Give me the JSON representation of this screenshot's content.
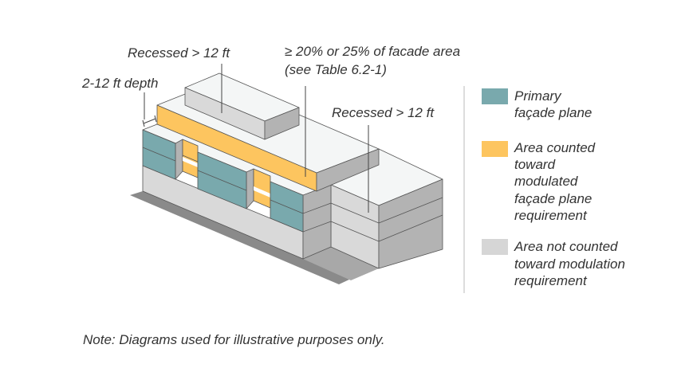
{
  "labels": {
    "recessed_top": "Recessed > 12 ft",
    "area_line1": "≥ 20% or 25% of facade area",
    "area_line2": "(see Table 6.2-1)",
    "depth": "2-12 ft depth",
    "recessed_right": "Recessed > 12 ft"
  },
  "legend": [
    {
      "color": "#79a9ad",
      "lines": [
        "Primary",
        "façade plane"
      ]
    },
    {
      "color": "#fdc55f",
      "lines": [
        "Area counted",
        "toward",
        "modulated",
        "façade plane",
        "requirement"
      ]
    },
    {
      "color": "#d6d6d6",
      "lines": [
        "Area not counted",
        "toward modulation",
        "requirement"
      ]
    }
  ],
  "note": "Note: Diagrams used for illustrative purposes only.",
  "colors": {
    "teal": "#79a9ad",
    "yellow": "#fdc55f",
    "grey": "#d6d6d6",
    "roof": "#f4f6f6",
    "side": "#b3b3b3",
    "ground": "#8a8a8a"
  }
}
